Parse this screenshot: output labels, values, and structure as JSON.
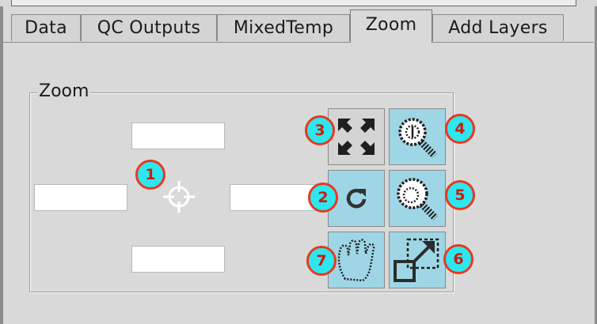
{
  "tabs": [
    {
      "label": "Data",
      "active": false
    },
    {
      "label": "QC Outputs",
      "active": false
    },
    {
      "label": "MixedTemp",
      "active": false
    },
    {
      "label": "Zoom",
      "active": true
    },
    {
      "label": "Add Layers",
      "active": false
    }
  ],
  "zoom_group": {
    "title": "Zoom",
    "fields": {
      "top": {
        "value": ""
      },
      "left": {
        "value": ""
      },
      "right": {
        "value": ""
      },
      "bottom": {
        "value": ""
      }
    },
    "center_icon": "crosshair-icon"
  },
  "toolbar": {
    "buttons": [
      {
        "icon": "zoom-full-extent-icon"
      },
      {
        "icon": "zoom-in-icon"
      },
      {
        "icon": "refresh-icon"
      },
      {
        "icon": "zoom-out-icon"
      },
      {
        "icon": "pan-hand-icon"
      },
      {
        "icon": "zoom-to-box-icon"
      }
    ]
  },
  "callouts": [
    "1",
    "2",
    "3",
    "4",
    "5",
    "6",
    "7"
  ],
  "colors": {
    "background": "#d9d9d9",
    "button_blue": "#9fd6e6",
    "button_grey": "#d4d4d4",
    "callout_fill": "#2ee6ef",
    "callout_border": "#e8381c",
    "callout_text": "#c81c0c"
  }
}
